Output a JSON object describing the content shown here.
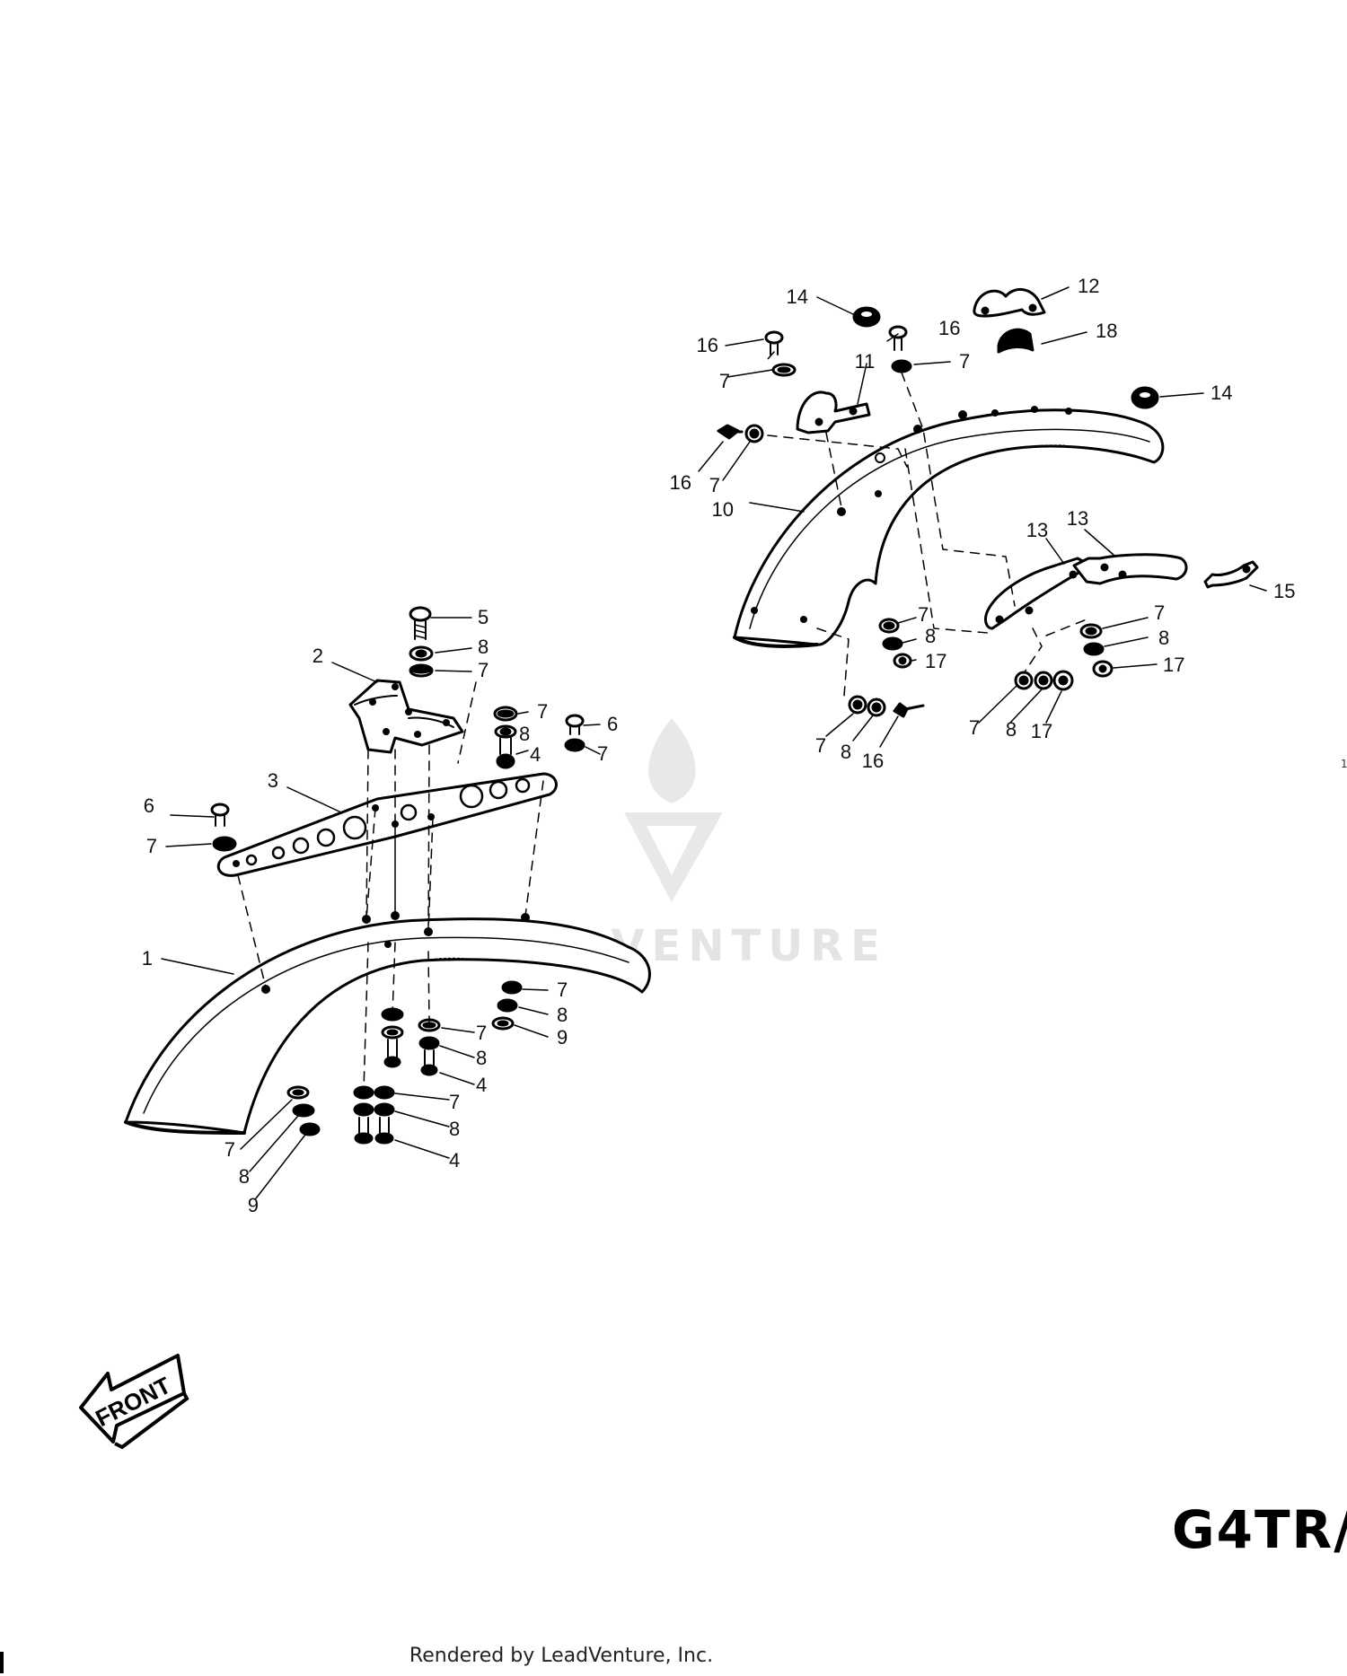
{
  "diagram": {
    "callouts": {
      "c1": "1",
      "c2": "2",
      "c3": "3",
      "c4a": "4",
      "c4b": "4",
      "c4c": "4",
      "c5": "5",
      "c6a": "6",
      "c6b": "6",
      "c7a": "7",
      "c7b": "7",
      "c7c": "7",
      "c7d": "7",
      "c7e": "7",
      "c7f": "7",
      "c7g": "7",
      "c7h": "7",
      "c7i": "7",
      "c7j": "7",
      "c7k": "7",
      "c7l": "7",
      "c7m": "7",
      "c7n": "7",
      "c7o": "7",
      "c8a": "8",
      "c8b": "8",
      "c8c": "8",
      "c8d": "8",
      "c8e": "8",
      "c8f": "8",
      "c8g": "8",
      "c8h": "8",
      "c8i": "8",
      "c8j": "8",
      "c9a": "9",
      "c9b": "9",
      "c10": "10",
      "c11": "11",
      "c12": "12",
      "c13a": "13",
      "c13b": "13",
      "c14a": "14",
      "c14b": "14",
      "c15": "15",
      "c16a": "16",
      "c16b": "16",
      "c16c": "16",
      "c16d": "16",
      "c17a": "17",
      "c17b": "17",
      "c17c": "17",
      "c18": "18"
    },
    "front_arrow_label": "FRONT",
    "watermark_text": "LEADVENTURE",
    "model_code": "G4TR/",
    "footer": "Rendered by LeadVenture, Inc."
  }
}
